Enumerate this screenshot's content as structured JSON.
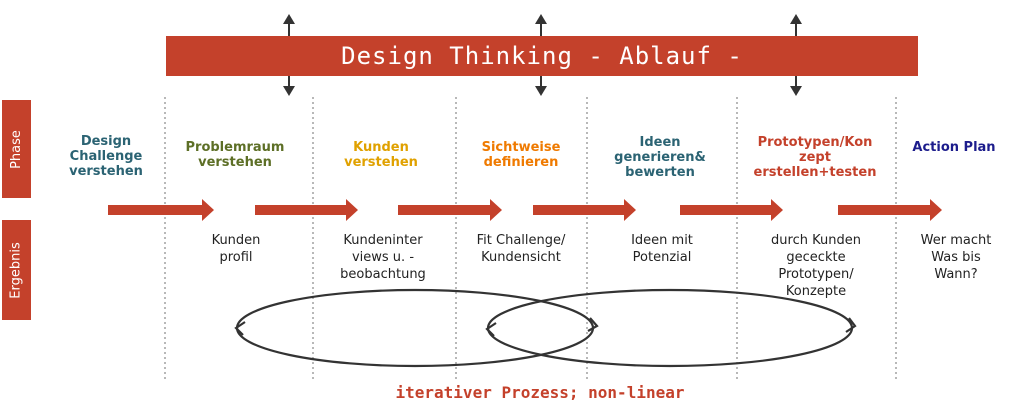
{
  "title": "Design Thinking - Ablauf -",
  "side_labels": {
    "phase": "Phase",
    "result": "Ergebnis"
  },
  "phases": [
    {
      "label": "Design Challenge verstehen",
      "color": "#2b6373"
    },
    {
      "label": "Problemraum verstehen",
      "color": "#5d6f26"
    },
    {
      "label": "Kunden verstehen",
      "color": "#e0a100"
    },
    {
      "label": "Sichtweise definieren",
      "color": "#ef7a00"
    },
    {
      "label": "Ideen generieren& bewerten",
      "color": "#2b6373"
    },
    {
      "label": "Prototypen/Kon zept erstellen+testen",
      "color": "#c4412b"
    },
    {
      "label": "Action Plan",
      "color": "#1c1c8c"
    }
  ],
  "results": [
    "Kunden profil",
    "Kundeninter views u. - beobachtung",
    "Fit Challenge/ Kundensicht",
    "Ideen mit Potenzial",
    "durch Kunden gececkte Prototypen/ Konzepte",
    "Wer macht Was bis Wann?"
  ],
  "footer": "iterativer Prozess; non-linear",
  "colors": {
    "accent": "#c4412b",
    "loop": "#333333",
    "divider": "#888888"
  }
}
